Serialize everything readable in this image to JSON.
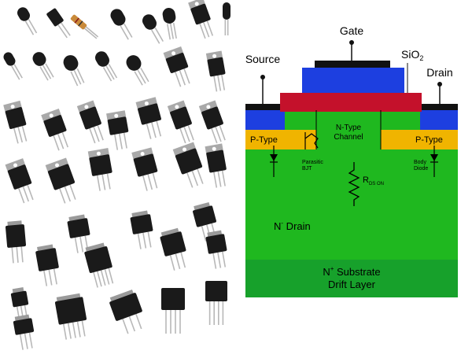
{
  "photo": {
    "description_name": "transistor-packages-collage"
  },
  "diagram": {
    "labels": {
      "gate": "Gate",
      "source": "Source",
      "drain": "Drain",
      "oxide": "SiO",
      "oxide_sub": "2",
      "n_type_channel_1": "N-Type",
      "n_type_channel_2": "Channel",
      "p_type_left": "P-Type",
      "p_type_right": "P-Type",
      "parasitic_1": "Parasitic",
      "parasitic_2": "BJT",
      "body_1": "Body",
      "body_2": "Diode",
      "rds": "R",
      "rds_sub": "DS ON",
      "n_drain": "N",
      "n_drain_sup": "-",
      "n_drain_word": " Drain",
      "substrate_n": "N",
      "substrate_sup": "+",
      "substrate_word": " Substrate",
      "drift": "Drift Layer"
    },
    "colors": {
      "drain_green": "#1fb81f",
      "substrate_green": "#17a12b",
      "p_type": "#f0b400",
      "n_plus": "#1d3fe0",
      "gate_oxide": "#c4112b",
      "gate_poly": "#1d3fe0",
      "metal": "#111111"
    }
  }
}
